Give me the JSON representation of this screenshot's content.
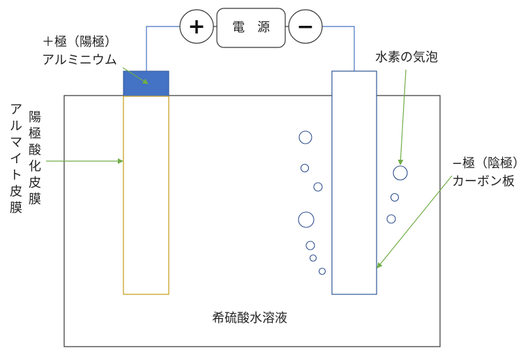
{
  "power_supply": {
    "label": "電　源",
    "plus_sign": "+",
    "minus_sign": "−"
  },
  "anode": {
    "label_line1": "＋極（陽極）",
    "label_line2": "アルミニウム"
  },
  "film_label": {
    "col_right": "陽極酸化皮膜",
    "col_left": "アルマイト皮膜"
  },
  "cathode": {
    "label_line1": "−極（陰極）",
    "label_line2": "カーボン板"
  },
  "bubbles_label": "水素の気泡",
  "electrolyte_label": "希硫酸水溶液",
  "colors": {
    "wire": "#4472c4",
    "aluminum": "#4472c4",
    "film": "#c9a227",
    "arrow": "#70ad47",
    "outline": "#333333",
    "bubble": "#2f4f8f"
  }
}
